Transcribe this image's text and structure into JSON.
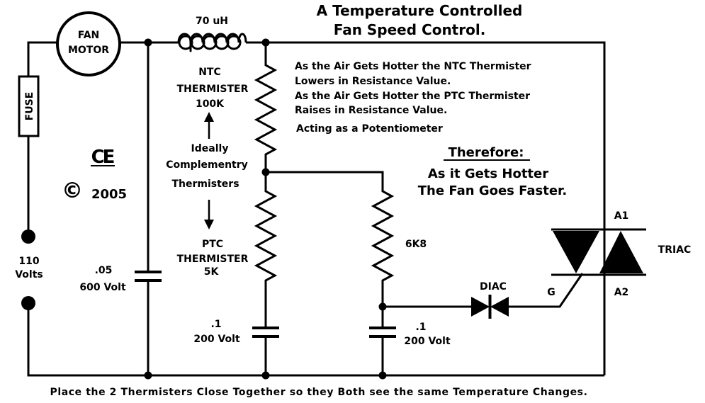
{
  "title": {
    "line1": "A Temperature Controlled",
    "line2": "Fan Speed Control."
  },
  "components": {
    "fan_motor": {
      "line1": "FAN",
      "line2": "MOTOR"
    },
    "fuse": "FUSE",
    "inductor": "70 uH",
    "ntc": {
      "line1": "NTC",
      "line2": "THERMISTER",
      "line3": "100K"
    },
    "ptc": {
      "line1": "PTC",
      "line2": "THERMISTER",
      "line3": "5K"
    },
    "resistor": "6K8",
    "cap_main": {
      "line1": ".05",
      "line2": "600 Volt"
    },
    "cap_left": {
      "line1": ".1",
      "line2": "200 Volt"
    },
    "cap_right": {
      "line1": ".1",
      "line2": "200 Volt"
    },
    "diac": "DIAC",
    "triac": {
      "label": "TRIAC",
      "a1": "A1",
      "a2": "A2",
      "gate": "G"
    },
    "supply": {
      "line1": "110",
      "line2": "Volts"
    }
  },
  "marks": {
    "ce": "CE",
    "copyright": "©",
    "year": "2005"
  },
  "notes": {
    "ntc_line1": "As the Air Gets Hotter the NTC Thermister",
    "ntc_line2": "Lowers in Resistance Value.",
    "ptc_line1": "As the Air Gets Hotter the PTC Thermister",
    "ptc_line2": "Raises in Resistance Value.",
    "pot": "Acting as a Potentiometer",
    "therefore": "Therefore:",
    "result_line1": "As it Gets Hotter",
    "result_line2": "The Fan Goes Faster.",
    "pair_line1": "Ideally",
    "pair_line2": "Complementry",
    "pair_line3": "Thermisters",
    "footer": "Place the 2 Thermisters Close Together so they Both see the same Temperature Changes."
  }
}
